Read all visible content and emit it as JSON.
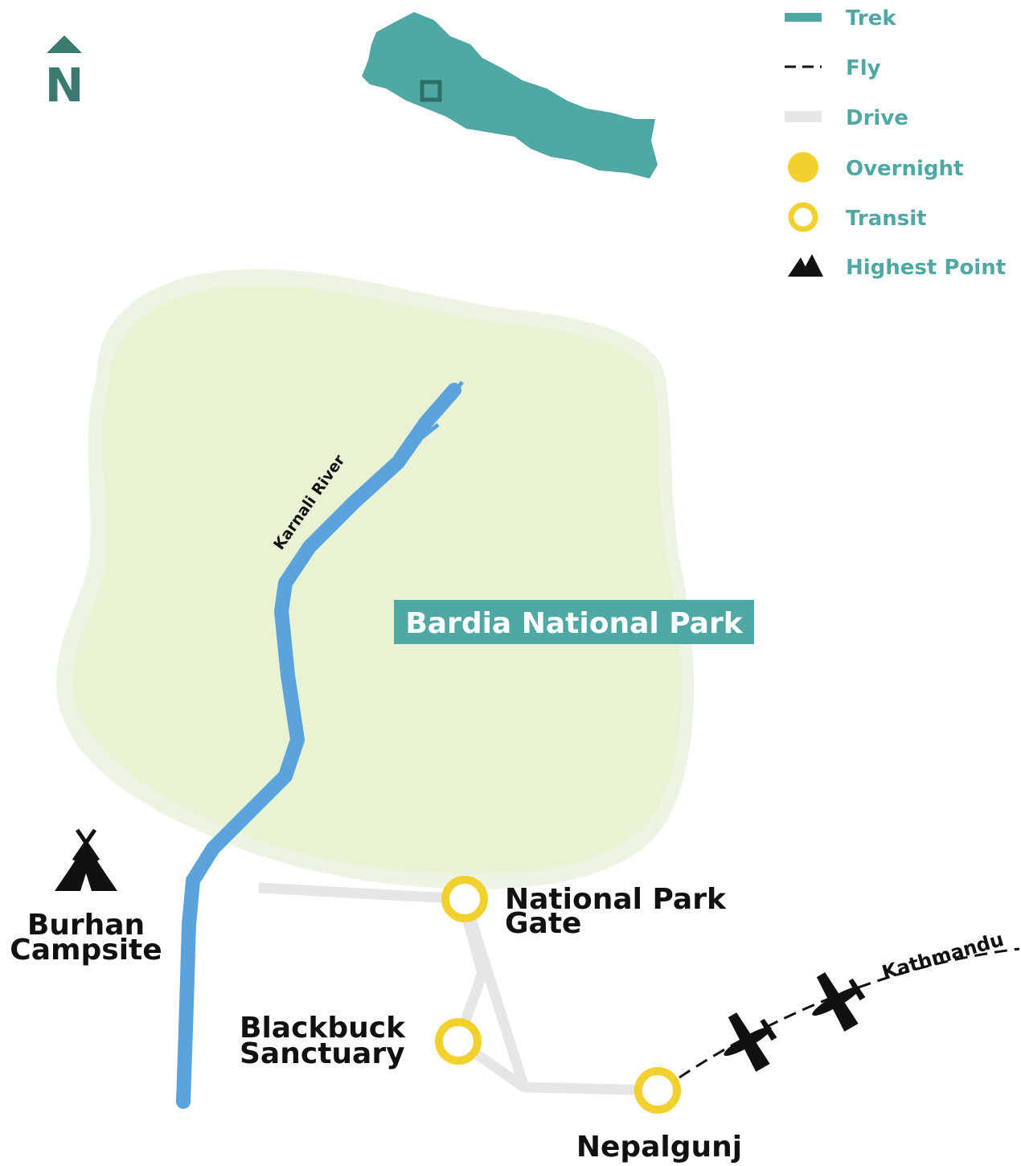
{
  "map": {
    "park_label": "Bardia National Park",
    "river_label": "Karnali River",
    "north_label": "N",
    "places": {
      "gate": [
        "National Park",
        "Gate"
      ],
      "blackbuck": [
        "Blackbuck",
        "Sanctuary"
      ],
      "burhan": [
        "Burhan",
        "Campsite"
      ],
      "nepalgunj": "Nepalgunj",
      "kathmandu": "Kathmandu"
    }
  },
  "legend": [
    {
      "label": "Trek",
      "icon": "trek-line-icon"
    },
    {
      "label": "Fly",
      "icon": "fly-dashed-line-icon"
    },
    {
      "label": "Drive",
      "icon": "drive-line-icon"
    },
    {
      "label": "Overnight",
      "icon": "filled-circle-icon"
    },
    {
      "label": "Transit",
      "icon": "hollow-circle-icon"
    },
    {
      "label": "Highest Point",
      "icon": "mountain-icon"
    }
  ],
  "colors": {
    "teal": "#4fa8a3",
    "dark_teal": "#2f6f68",
    "park": "#e9f3d4",
    "river": "#5ba3dc",
    "road": "#e6e6e6",
    "stop": "#f2d12e"
  }
}
